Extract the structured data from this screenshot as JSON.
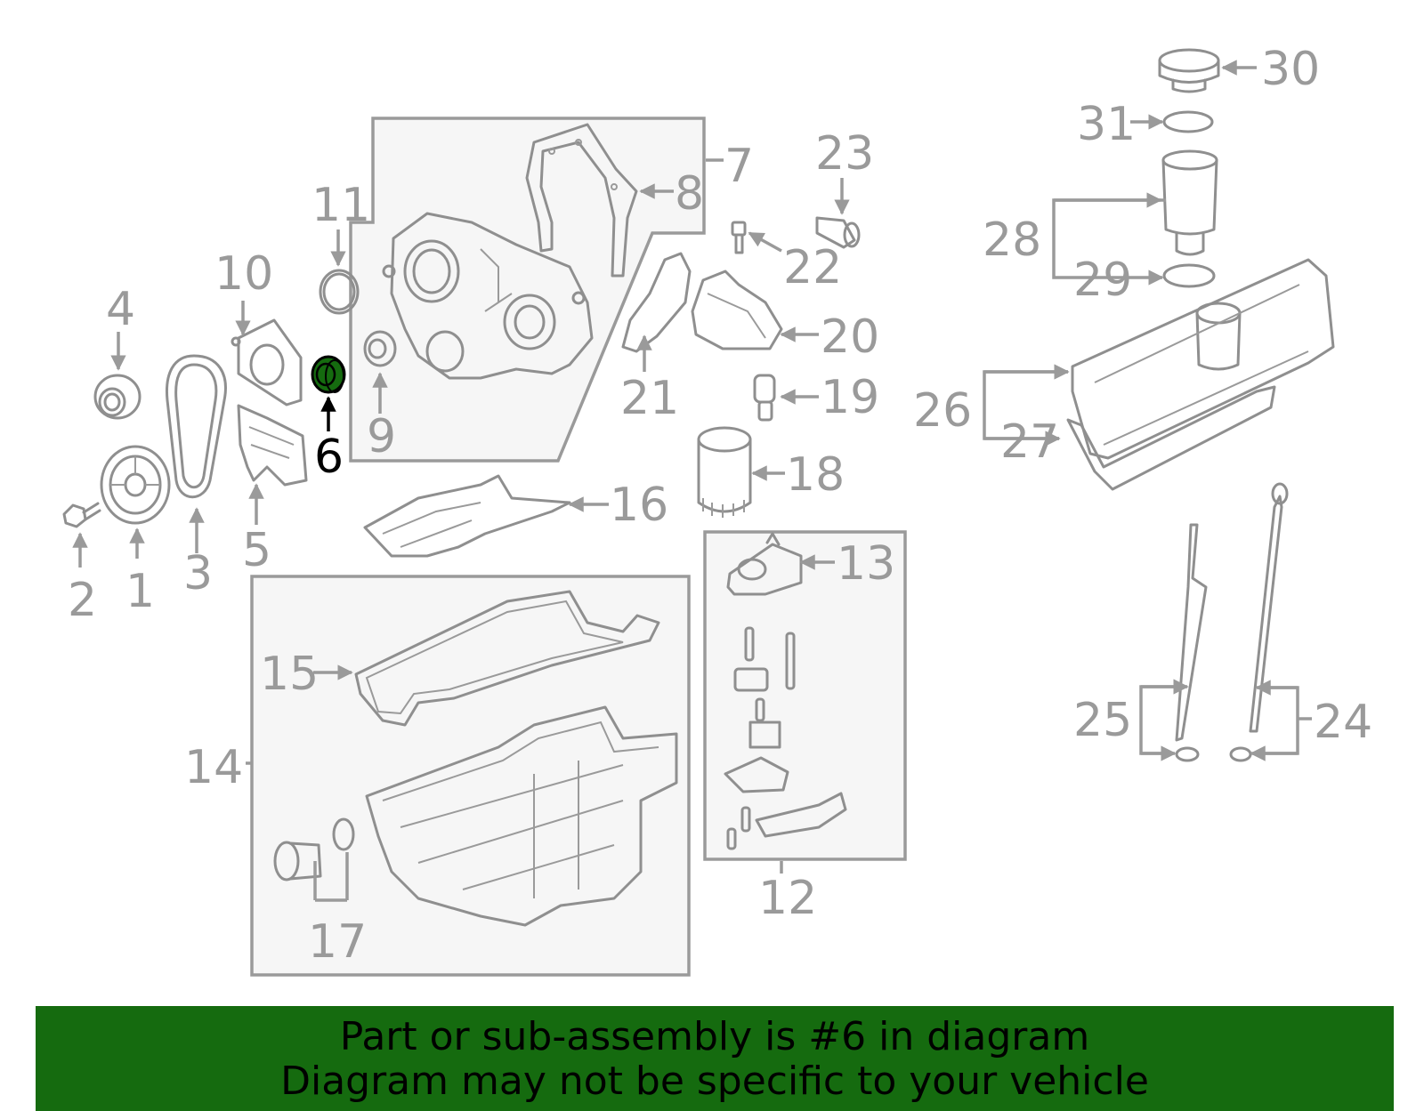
{
  "diagram": {
    "highlight_color": "#156b0f",
    "label_color": "#9a9a9a",
    "highlighted_part": "6",
    "callouts": [
      "1",
      "2",
      "3",
      "4",
      "5",
      "6",
      "7",
      "8",
      "9",
      "10",
      "11",
      "12",
      "13",
      "14",
      "15",
      "16",
      "17",
      "18",
      "19",
      "20",
      "21",
      "22",
      "23",
      "24",
      "25",
      "26",
      "27",
      "28",
      "29",
      "30",
      "31"
    ]
  },
  "banner": {
    "line1": "Part or sub-assembly is #6 in diagram",
    "line2": "Diagram may not be specific to your vehicle",
    "background": "#156b0f"
  }
}
